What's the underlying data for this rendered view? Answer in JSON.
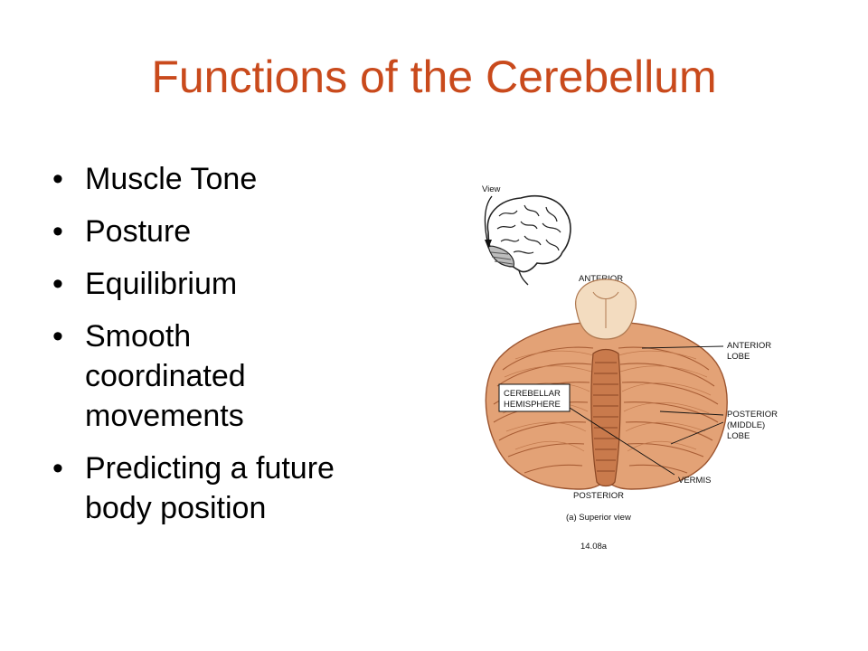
{
  "slide": {
    "title": "Functions of the Cerebellum",
    "bullet_char": "•",
    "bullets": [
      {
        "lines": [
          "Muscle Tone"
        ]
      },
      {
        "lines": [
          "Posture"
        ]
      },
      {
        "lines": [
          "Equilibrium"
        ]
      },
      {
        "lines": [
          "Smooth",
          "coordinated",
          "movements"
        ]
      },
      {
        "lines": [
          "Predicting a future",
          "body position"
        ]
      }
    ]
  },
  "figure": {
    "labels": {
      "view": "View",
      "anterior": "ANTERIOR",
      "anterior_lobe_1": "ANTERIOR",
      "anterior_lobe_2": "LOBE",
      "hemisphere_1": "CEREBELLAR",
      "hemisphere_2": "HEMISPHERE",
      "posterior_lobe_1": "POSTERIOR",
      "posterior_lobe_2": "(MIDDLE)",
      "posterior_lobe_3": "LOBE",
      "vermis": "VERMIS",
      "posterior": "POSTERIOR",
      "caption": "(a) Superior view",
      "figure_number": "14.08a"
    },
    "colors": {
      "title": "#c94a1c",
      "tissue": "#e3a276",
      "tissue_dark": "#b8683e",
      "brainstem": "#f3dcc0"
    }
  }
}
